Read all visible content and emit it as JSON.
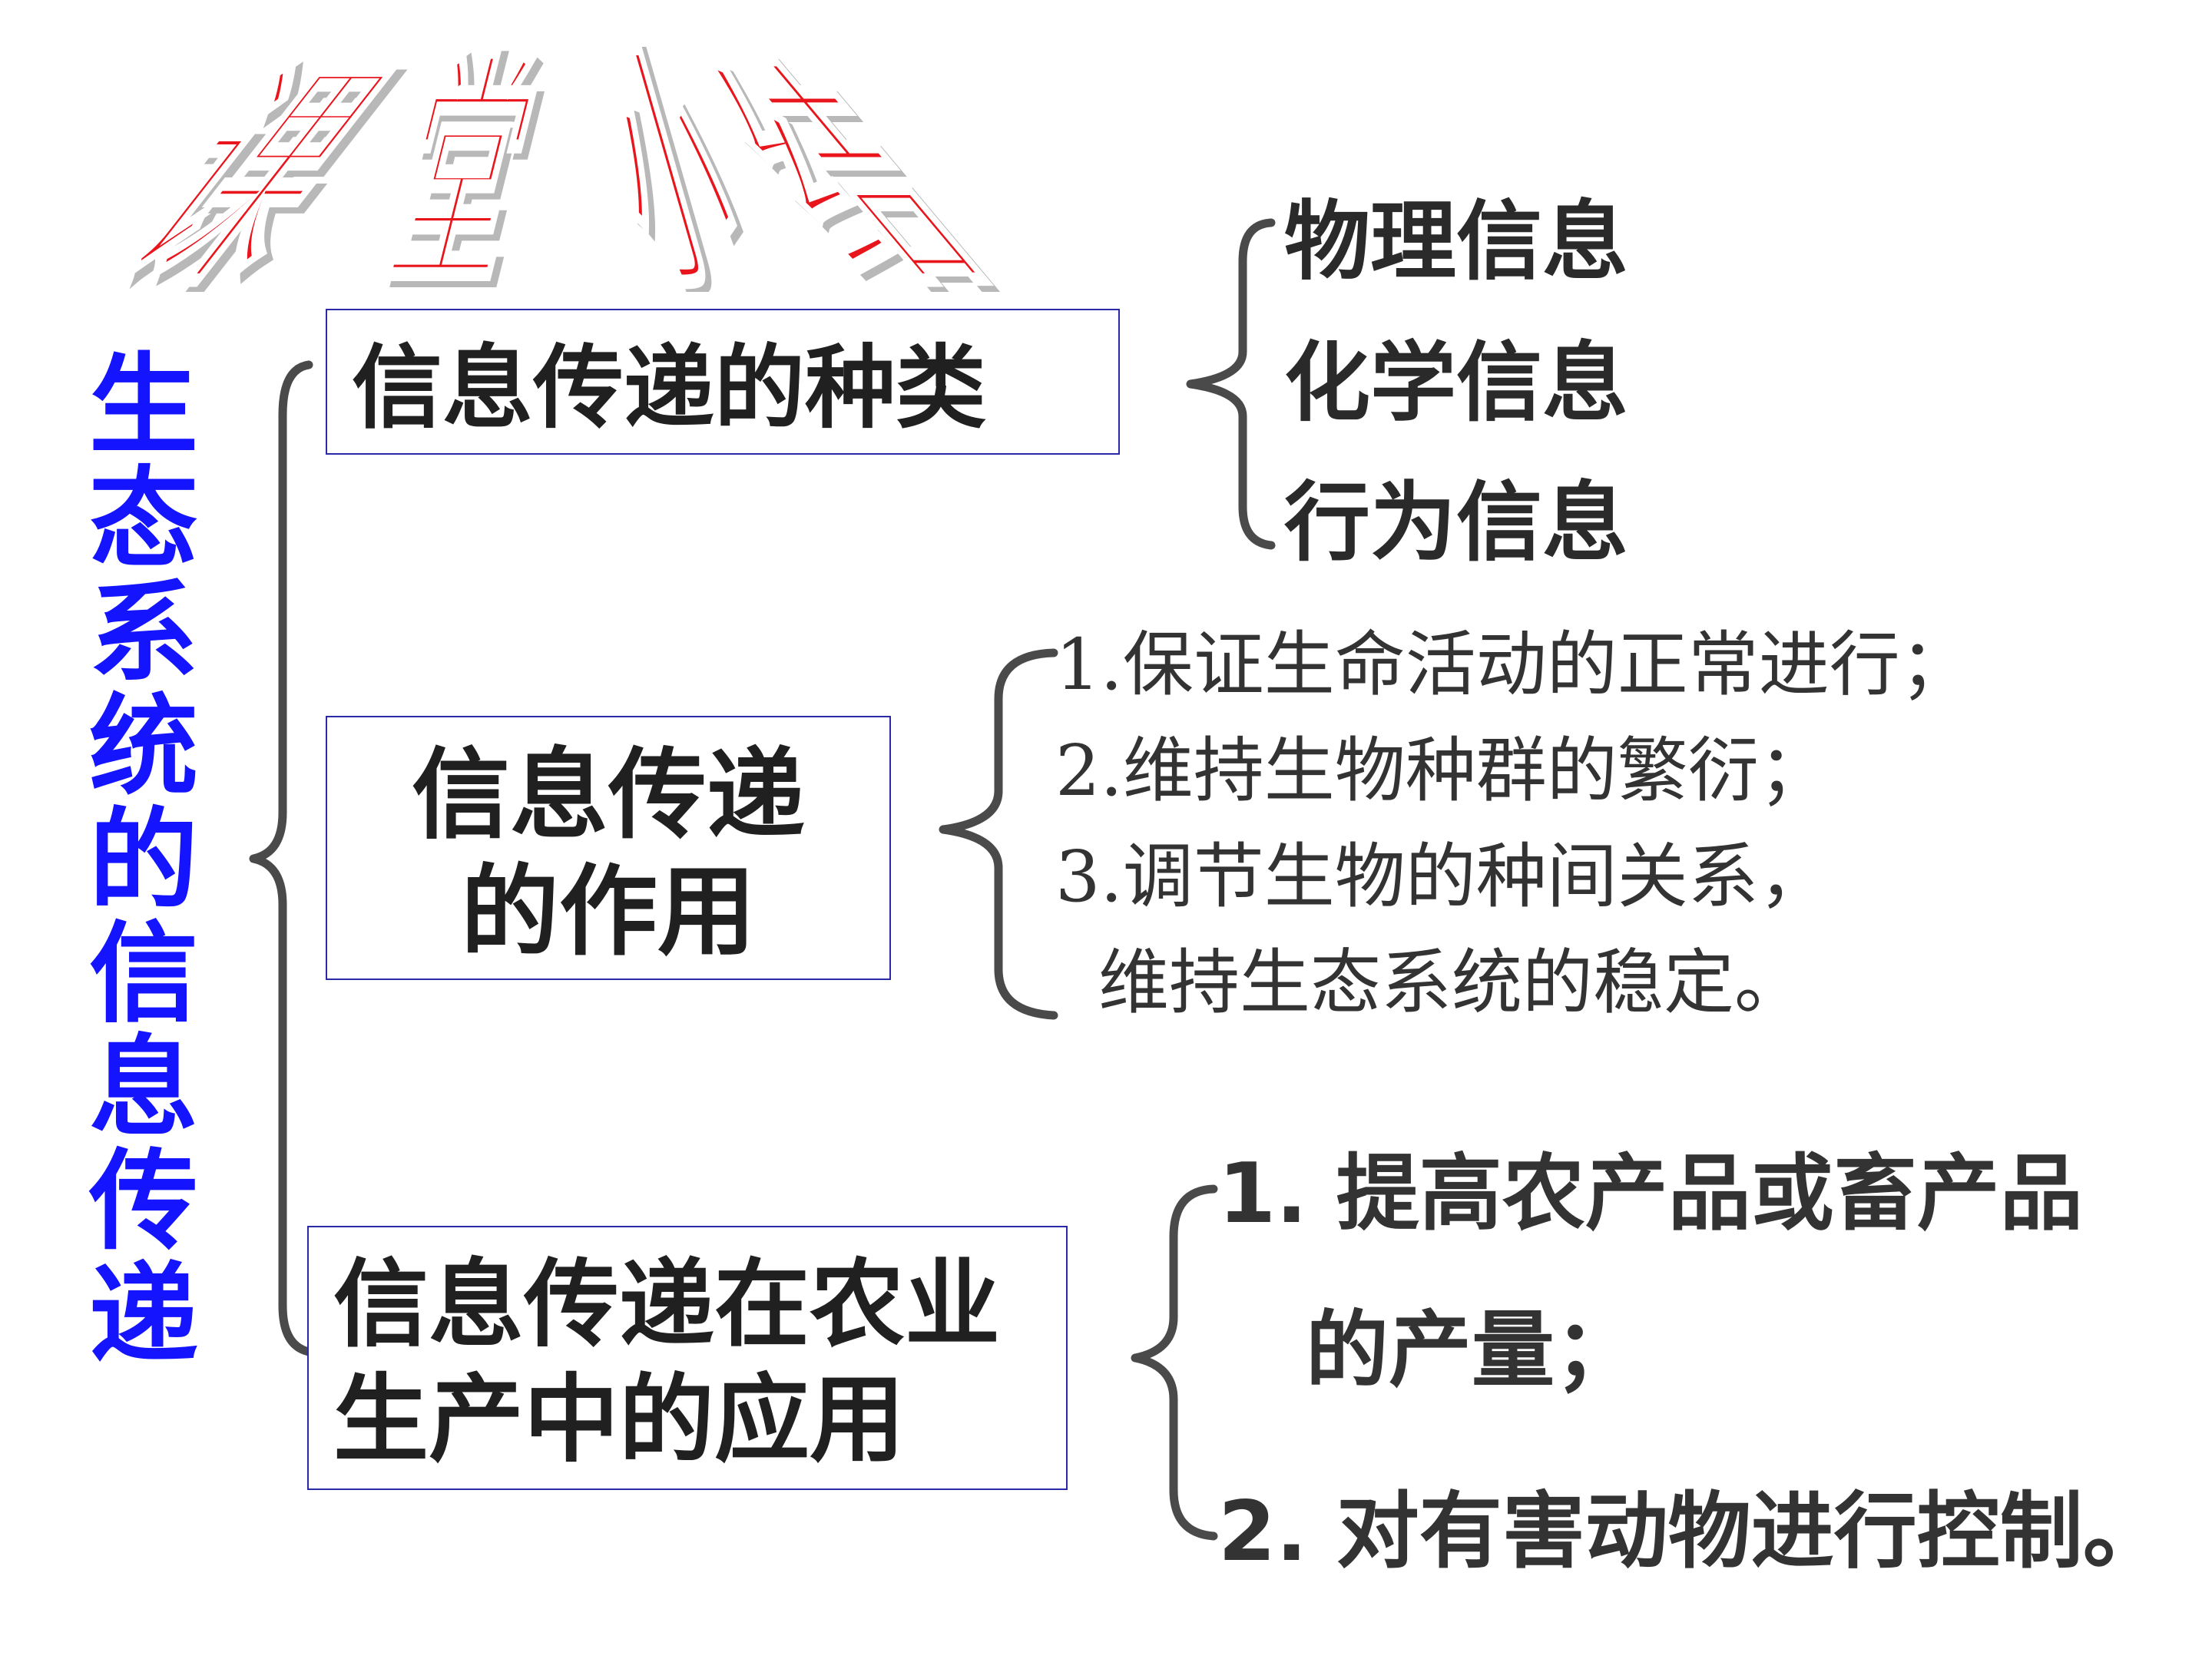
{
  "title": "课堂小结",
  "topic": "生态系统的信息传递",
  "branches": [
    {
      "label": "信息传递的种类",
      "items": [
        "物理信息",
        "化学信息",
        "行为信息"
      ]
    },
    {
      "label": "信息传递\n的作用",
      "items": [
        "1.保证生命活动的正常进行；",
        "2.维持生物种群的繁衍；",
        "3.调节生物的种间关系，",
        "维持生态系统的稳定。"
      ]
    },
    {
      "label": "信息传递在农业\n生产中的应用",
      "items": [
        "1. 提高农产品或畜产品",
        "的产量；",
        "2. 对有害动物进行控制。"
      ]
    }
  ],
  "colors": {
    "title_red": "#e8141c",
    "topic_blue": "#1414ff",
    "box_border": "#2a2aa8",
    "bracket": "#4a4a4a"
  }
}
